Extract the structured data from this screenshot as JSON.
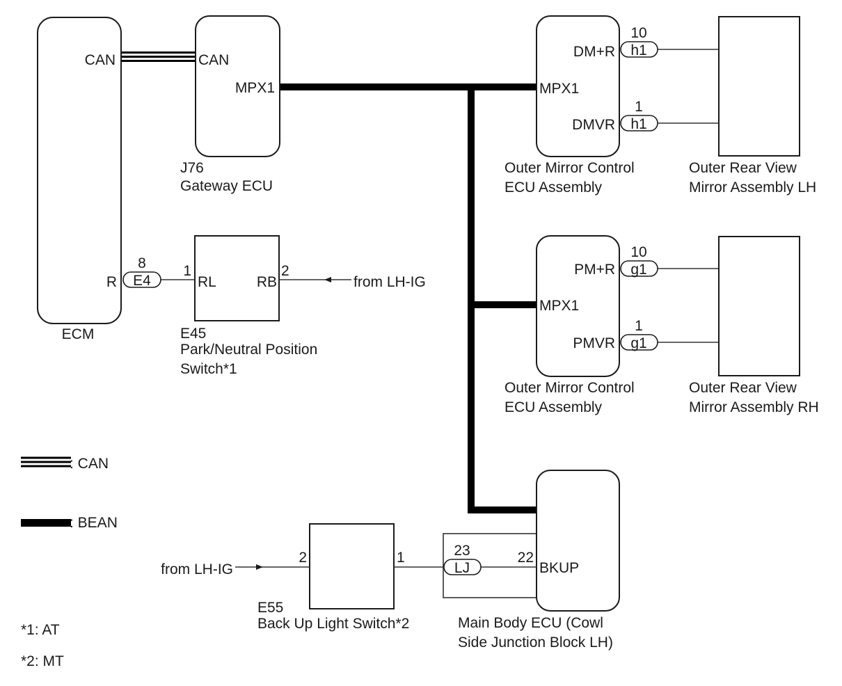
{
  "diagram": {
    "ecm": {
      "name": "ECM",
      "pin_can": "CAN",
      "pin_r": "R",
      "connector": "E4",
      "connector_pin": "8"
    },
    "gateway": {
      "code": "J76",
      "name": "Gateway ECU",
      "pin_can": "CAN",
      "pin_mpx": "MPX1"
    },
    "pnp_switch": {
      "code": "E45",
      "name_line1": "Park/Neutral Position",
      "name_line2": "Switch*1",
      "pin1_num": "1",
      "pin1": "RL",
      "pin2_num": "2",
      "pin2": "RB",
      "source": "from LH-IG"
    },
    "mirror_ecu_lh": {
      "name_line1": "Outer Mirror Control",
      "name_line2": "ECU Assembly",
      "pin_mpx": "MPX1",
      "pin_a": "DM+R",
      "pin_a_num": "10",
      "pin_a_conn": "h1",
      "pin_b": "DMVR",
      "pin_b_num": "1",
      "pin_b_conn": "h1"
    },
    "mirror_lh": {
      "name_line1": "Outer Rear View",
      "name_line2": "Mirror Assembly LH"
    },
    "mirror_ecu_rh": {
      "name_line1": "Outer Mirror Control",
      "name_line2": "ECU Assembly",
      "pin_mpx": "MPX1",
      "pin_a": "PM+R",
      "pin_a_num": "10",
      "pin_a_conn": "g1",
      "pin_b": "PMVR",
      "pin_b_num": "1",
      "pin_b_conn": "g1"
    },
    "mirror_rh": {
      "name_line1": "Outer Rear View",
      "name_line2": "Mirror Assembly RH"
    },
    "main_body_ecu": {
      "name_line1": "Main Body ECU (Cowl",
      "name_line2": "Side Junction Block LH)",
      "pin": "BKUP",
      "pin_num": "22",
      "connector": "LJ",
      "connector_pin": "23"
    },
    "backup_switch": {
      "code": "E55",
      "name": "Back Up Light Switch*2",
      "pin2_num": "2",
      "pin1_num": "1",
      "source": "from LH-IG"
    }
  },
  "legend": {
    "can": ": CAN",
    "bean": ": BEAN"
  },
  "notes": {
    "note1": "*1: AT",
    "note2": "*2: MT"
  }
}
